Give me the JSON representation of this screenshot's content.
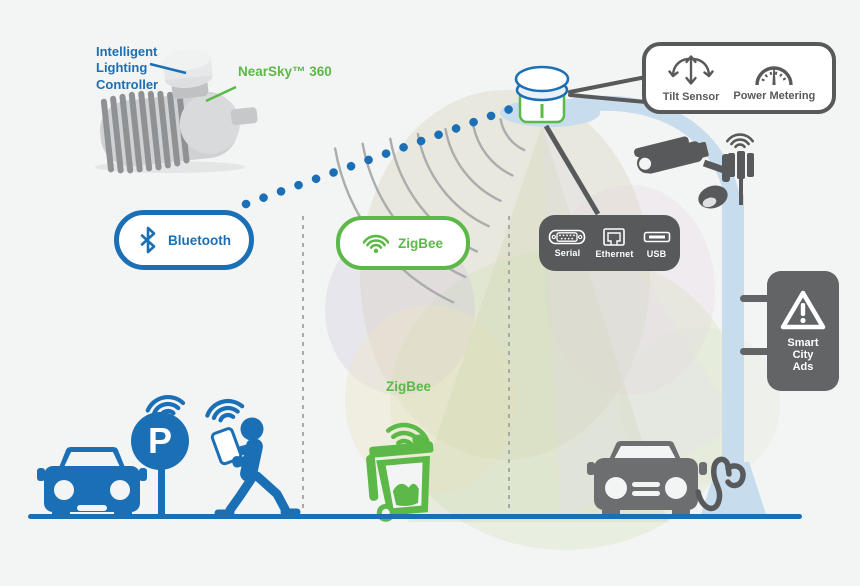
{
  "colors": {
    "blue": "#1b6fb5",
    "green": "#5cb947",
    "dark_gray": "#58595b",
    "pole_blue": "#c7dcec",
    "background": "#f3f4f4"
  },
  "luminaire": {
    "controller_label": "Intelligent Lighting Controller",
    "product_label": "NearSky™ 360"
  },
  "pole_callout": {
    "tilt": "Tilt Sensor",
    "power": "Power Metering"
  },
  "connectivity": {
    "bluetooth": "Bluetooth",
    "zigbee": "ZigBee",
    "ports": {
      "serial": "Serial",
      "ethernet": "Ethernet",
      "usb": "USB"
    }
  },
  "street": {
    "parking_sign": "P",
    "bin_label": "ZigBee",
    "ads_sign": {
      "lines": [
        "Smart",
        "City",
        "Ads"
      ]
    }
  },
  "icons": {
    "bluetooth": "bluetooth-rune",
    "zigbee": "wifi-arcs",
    "tilt_sensor": "tilt-arrows",
    "power_metering": "gauge-dial",
    "serial": "db9-connector",
    "ethernet": "rj45-port",
    "usb": "usb-port",
    "smart_city_ads": "warning-triangle",
    "camera": "cctv-camera",
    "antenna": "wifi-antenna",
    "waste_bin": "wheelie-bin",
    "person": "pedestrian-with-phone"
  }
}
